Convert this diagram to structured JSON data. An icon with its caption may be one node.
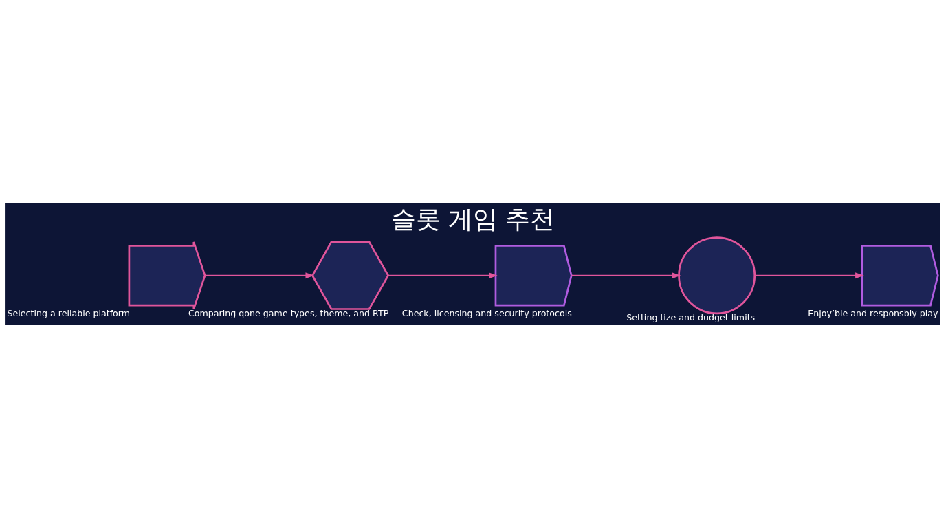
{
  "diagram": {
    "title": "슬롯 게임 추천",
    "nodes": [
      {
        "text": [],
        "shape": "arrow",
        "beside": [
          "Selecting a reliable platform"
        ]
      },
      {
        "text": [],
        "shape": "hexagon",
        "beside": [
          "Comparing qone game types, theme, and RTP"
        ]
      },
      {
        "text": [],
        "shape": "chevron",
        "beside": [
          "Check, licensing and security protocols"
        ]
      },
      {
        "text": [],
        "shape": "circle",
        "beside": [
          "Setting tize and dudget limits"
        ]
      },
      {
        "text": [],
        "shape": "chevron",
        "beside": [
          "Enjoy’ble and responsbly play"
        ]
      }
    ],
    "edges": [
      {
        "from": 0,
        "to": 1,
        "arrow": "to"
      },
      {
        "from": 1,
        "to": 2,
        "arrow": "to"
      },
      {
        "from": 2,
        "to": 3,
        "arrow": "to"
      },
      {
        "from": 3,
        "to": 4,
        "arrow": "to"
      }
    ]
  }
}
